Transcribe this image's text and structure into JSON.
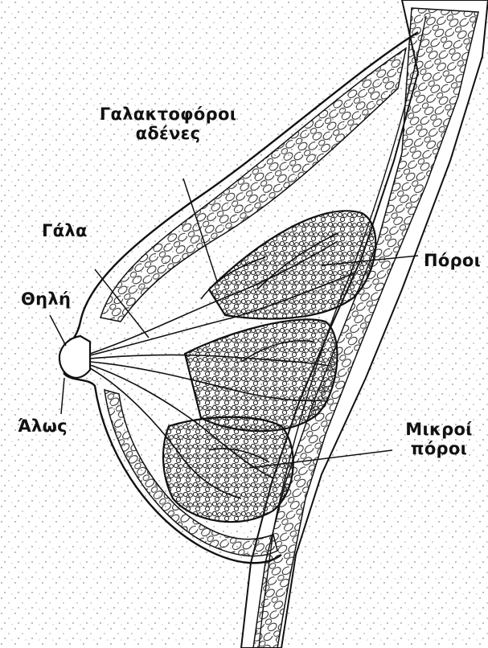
{
  "labels": {
    "galaktofoRoi_line1": "Γαλακτοφόροι",
    "galaktofoRoi_line2": "αδένες",
    "gala": "Γάλα",
    "thili": "Θηλή",
    "alos": "Άλως",
    "poroi": "Πόροι",
    "mikroi_line1": "Μικροί",
    "mikroi_line2": "πόροι"
  },
  "colors": {
    "ink": "#111111",
    "background": "#ffffff"
  }
}
